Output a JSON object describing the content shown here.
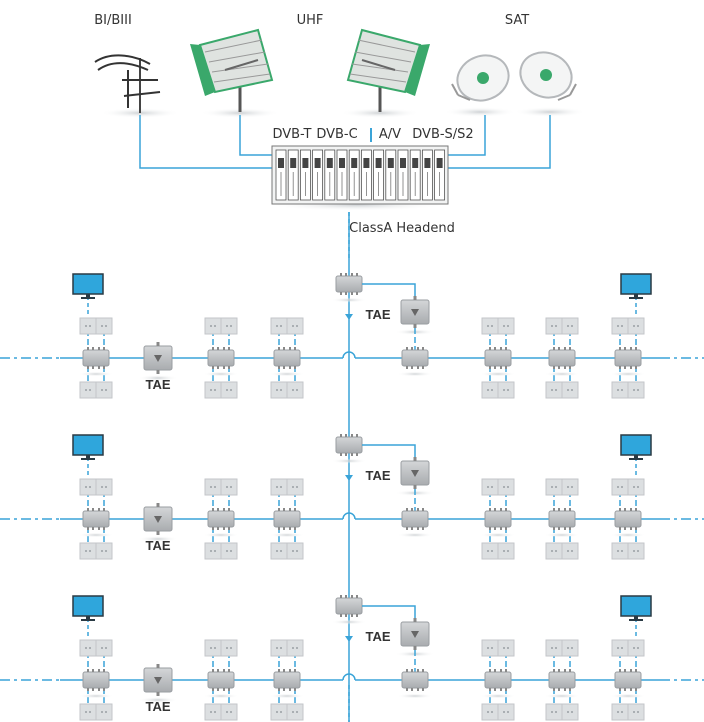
{
  "source_labels": {
    "bi_biii": "BI/BIII",
    "uhf": "UHF",
    "sat": "SAT"
  },
  "headend": {
    "module_labels": {
      "dvb_t": "DVB-T",
      "dvb_c": "DVB-C",
      "av": "A/V",
      "dvb_s": "DVB-S/S2"
    },
    "caption": "ClassA Headend"
  },
  "tap_label": "TAE",
  "floors": [
    {
      "tae_left": "TAE",
      "tae_center": "TAE"
    },
    {
      "tae_left": "TAE",
      "tae_center": "TAE"
    },
    {
      "tae_left": "TAE",
      "tae_center": "TAE"
    }
  ],
  "colors": {
    "cable": "#3aa4d8",
    "device": "#b5b8bb",
    "device_dark": "#8e9296",
    "antenna_green": "#3aa86b",
    "screen": "#2fa6dc"
  }
}
